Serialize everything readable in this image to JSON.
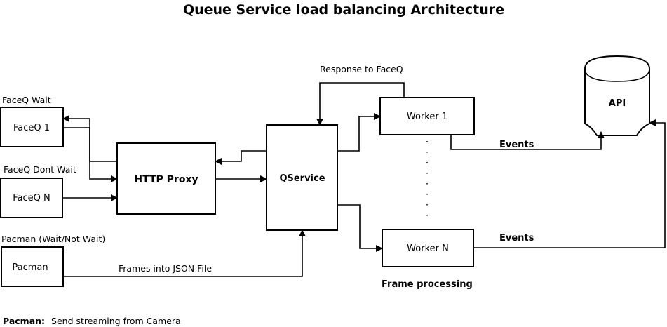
{
  "title": "Queue Service load balancing Architecture",
  "nodes": {
    "faceq1": {
      "group_label": "FaceQ Wait",
      "label": "FaceQ 1"
    },
    "faceqn": {
      "group_label": "FaceQ Dont Wait",
      "label": "FaceQ N"
    },
    "pacman": {
      "group_label": "Pacman (Wait/Not Wait)",
      "label": "Pacman"
    },
    "proxy": {
      "label": "HTTP Proxy"
    },
    "qservice": {
      "label": "QService"
    },
    "worker1": {
      "label": "Worker 1"
    },
    "workern": {
      "label": "Worker N"
    },
    "api": {
      "label": "API"
    }
  },
  "edges": {
    "response": "Response to FaceQ",
    "frames": "Frames into JSON File",
    "events1": "Events",
    "eventsN": "Events"
  },
  "section_label": "Frame processing",
  "footnote": {
    "term": "Pacman:",
    "text": "Send streaming from Camera"
  }
}
